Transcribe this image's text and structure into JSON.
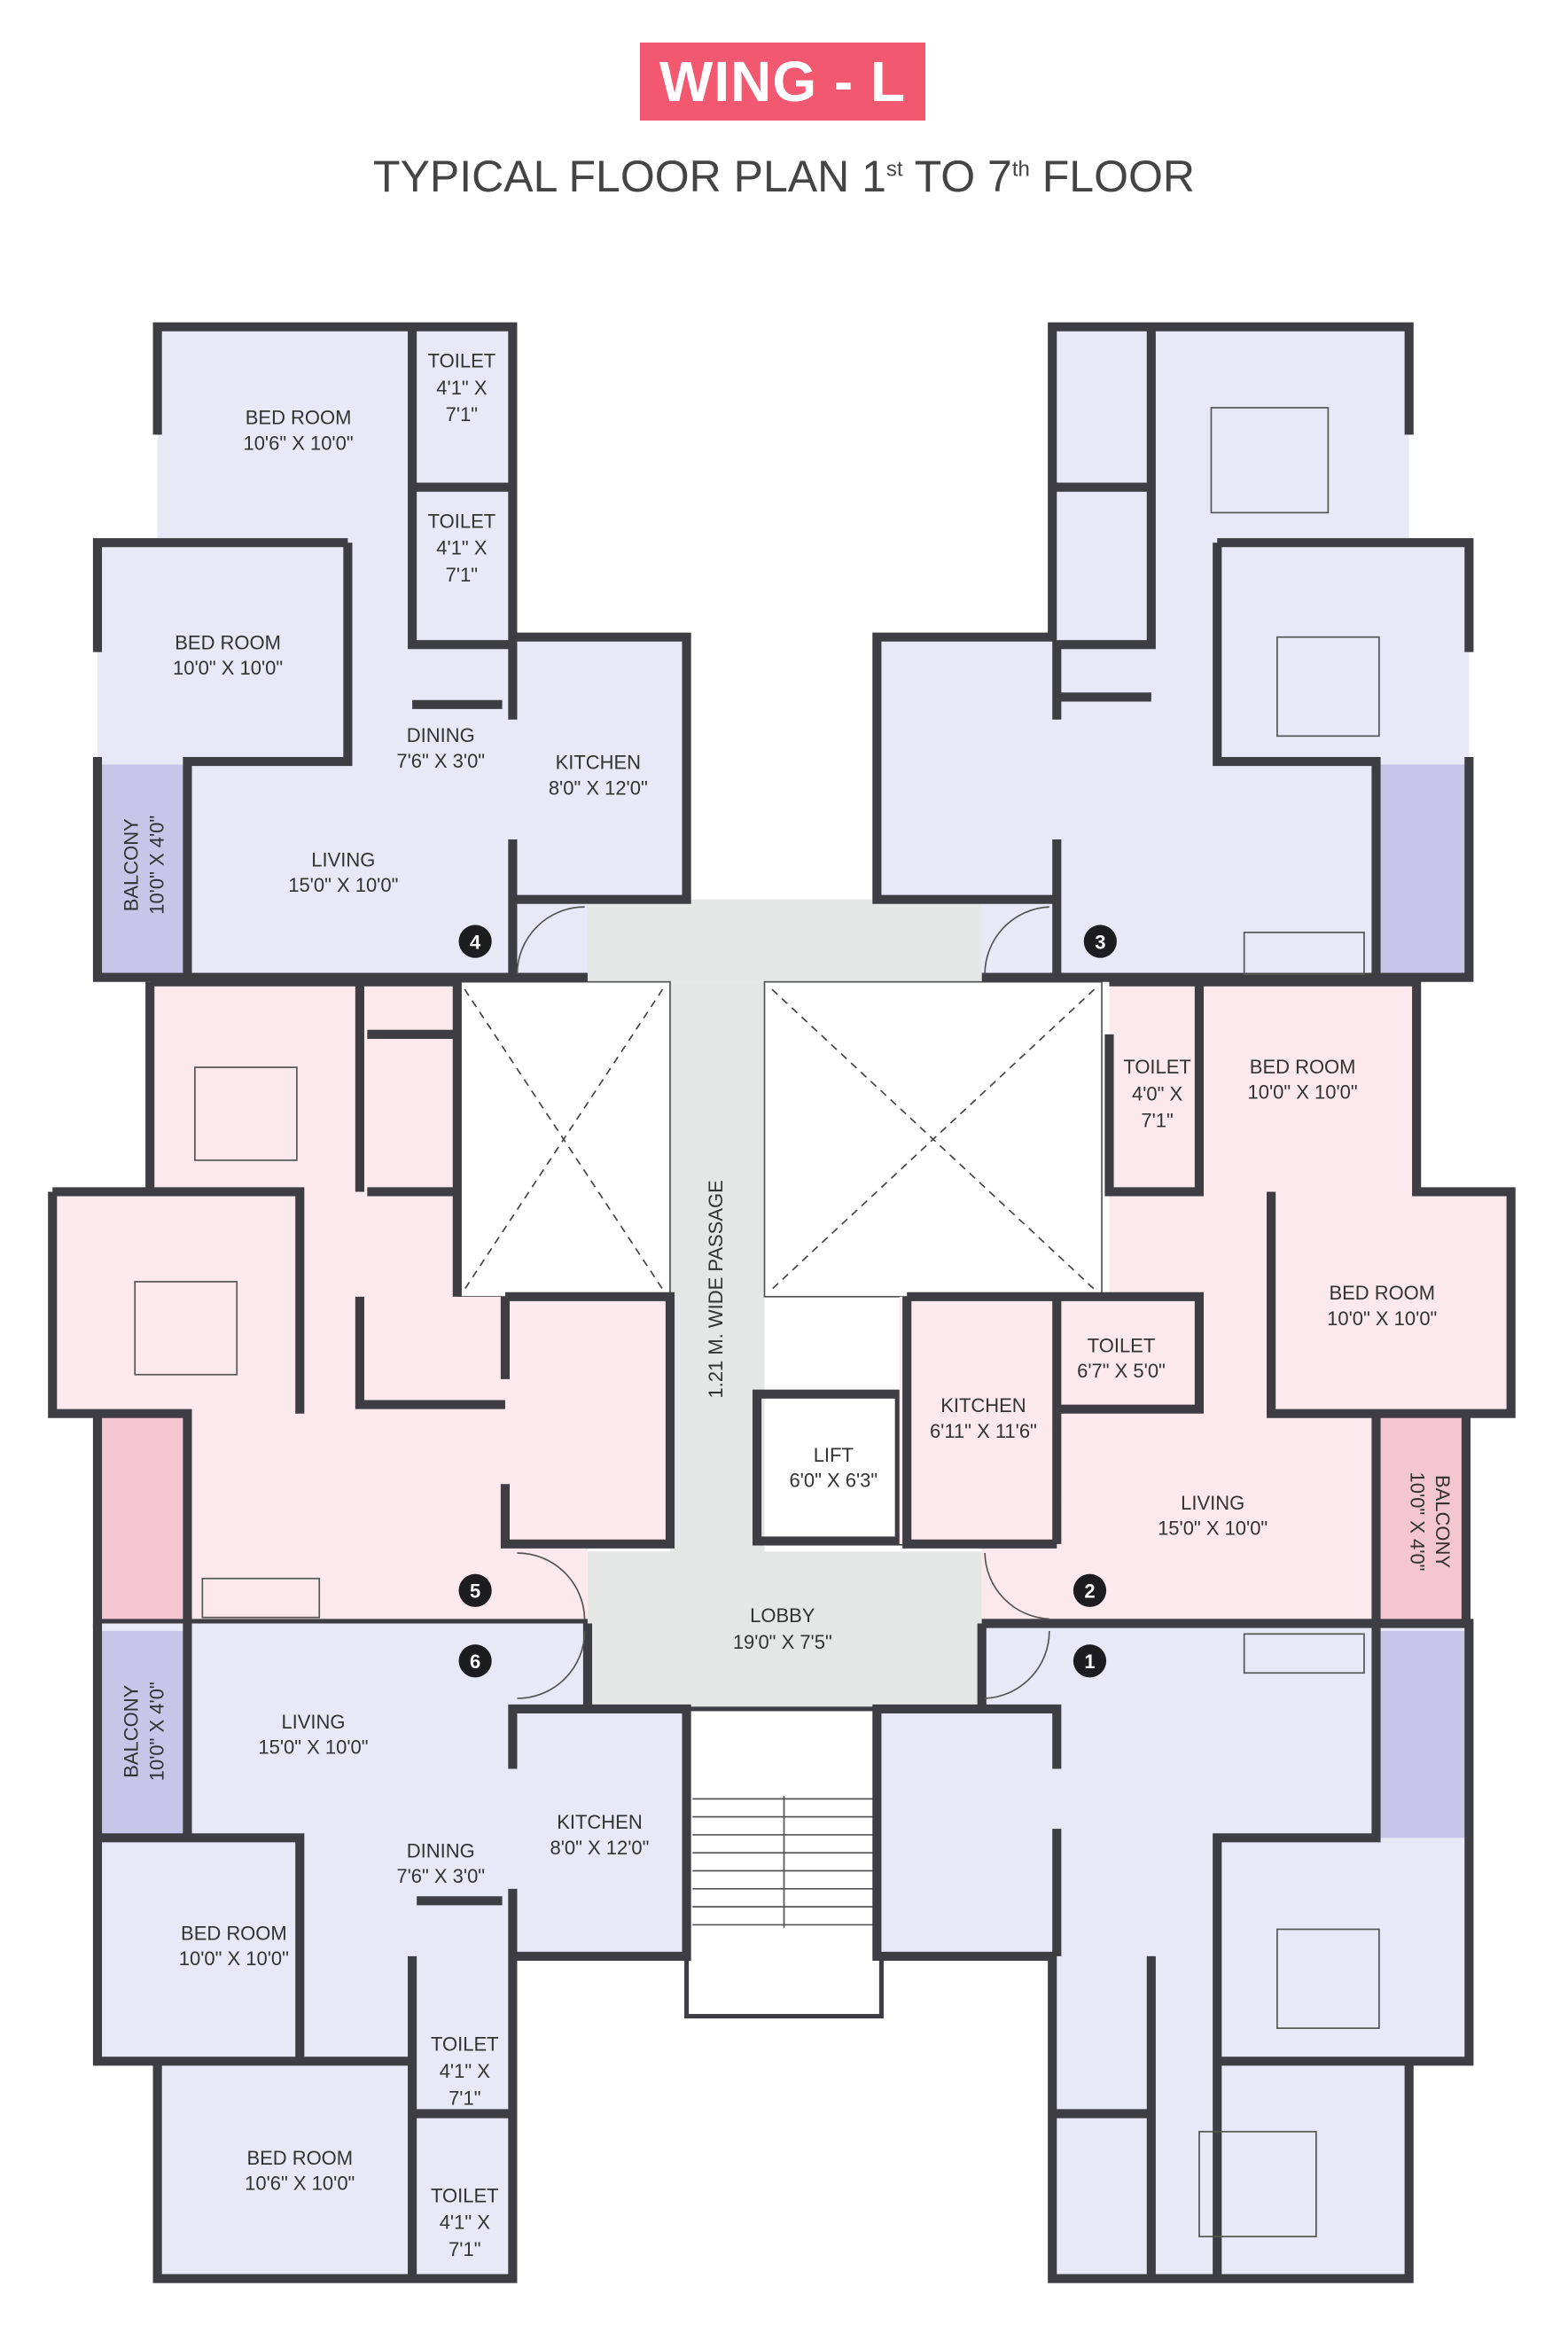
{
  "header": {
    "wing_badge": "WING - L",
    "subtitle_a": "TYPICAL FLOOR PLAN 1",
    "subtitle_sup1": "st",
    "subtitle_b": " TO 7",
    "subtitle_sup2": "th",
    "subtitle_c": " FLOOR"
  },
  "colors": {
    "badge": "#f2586f",
    "unit_lavender": "#e9e8f6",
    "balcony_lavender": "#c8c5e8",
    "unit_pink": "#fbe9ee",
    "balcony_pink": "#f4c6cf",
    "common_grey": "#e5e6e6",
    "wall": "#3d3d43"
  },
  "units": {
    "u4": {
      "number": "4",
      "bed1": {
        "name": "BED ROOM",
        "dim": "10'6\" X 10'0\""
      },
      "toilet1": {
        "name": "TOILET",
        "dim1": "4'1\" X",
        "dim2": "7'1\""
      },
      "toilet2": {
        "name": "TOILET",
        "dim1": "4'1\" X",
        "dim2": "7'1\""
      },
      "bed2": {
        "name": "BED ROOM",
        "dim": "10'0\" X 10'0\""
      },
      "dining": {
        "name": "DINING",
        "dim": "7'6\" X 3'0\""
      },
      "kitchen": {
        "name": "KITCHEN",
        "dim": "8'0\" X 12'0\""
      },
      "living": {
        "name": "LIVING",
        "dim": "15'0\" X 10'0\""
      },
      "balcony": {
        "name": "BALCONY",
        "dim": "10'0\" X 4'0\""
      }
    },
    "u3": {
      "number": "3"
    },
    "u5": {
      "number": "5"
    },
    "u2": {
      "number": "2",
      "toilet1": {
        "name": "TOILET",
        "dim1": "4'0\" X",
        "dim2": "7'1\""
      },
      "bed1": {
        "name": "BED ROOM",
        "dim": "10'0\" X 10'0\""
      },
      "bed2": {
        "name": "BED ROOM",
        "dim": "10'0\" X 10'0\""
      },
      "toilet2": {
        "name": "TOILET",
        "dim": "6'7\" X 5'0\""
      },
      "kitchen": {
        "name": "KITCHEN",
        "dim": "6'11\" X 11'6\""
      },
      "living": {
        "name": "LIVING",
        "dim": "15'0\" X 10'0\""
      },
      "balcony": {
        "name": "BALCONY",
        "dim": "10'0\" X 4'0\""
      }
    },
    "u6": {
      "number": "6",
      "living": {
        "name": "LIVING",
        "dim": "15'0\" X 10'0\""
      },
      "balcony": {
        "name": "BALCONY",
        "dim": "10'0\" X 4'0\""
      },
      "kitchen": {
        "name": "KITCHEN",
        "dim": "8'0\" X 12'0\""
      },
      "dining": {
        "name": "DINING",
        "dim": "7'6\" X 3'0\""
      },
      "bed1": {
        "name": "BED ROOM",
        "dim": "10'0\" X 10'0\""
      },
      "toilet1": {
        "name": "TOILET",
        "dim1": "4'1\" X",
        "dim2": "7'1\""
      },
      "bed2": {
        "name": "BED ROOM",
        "dim": "10'6\" X 10'0\""
      },
      "toilet2": {
        "name": "TOILET",
        "dim1": "4'1\" X",
        "dim2": "7'1\""
      }
    },
    "u1": {
      "number": "1"
    }
  },
  "common": {
    "lift": {
      "name": "LIFT",
      "dim": "6'0\" X 6'3\""
    },
    "passage": "1.21 M. WIDE PASSAGE",
    "lobby": {
      "name": "LOBBY",
      "dim": "19'0\" X 7'5\""
    }
  }
}
